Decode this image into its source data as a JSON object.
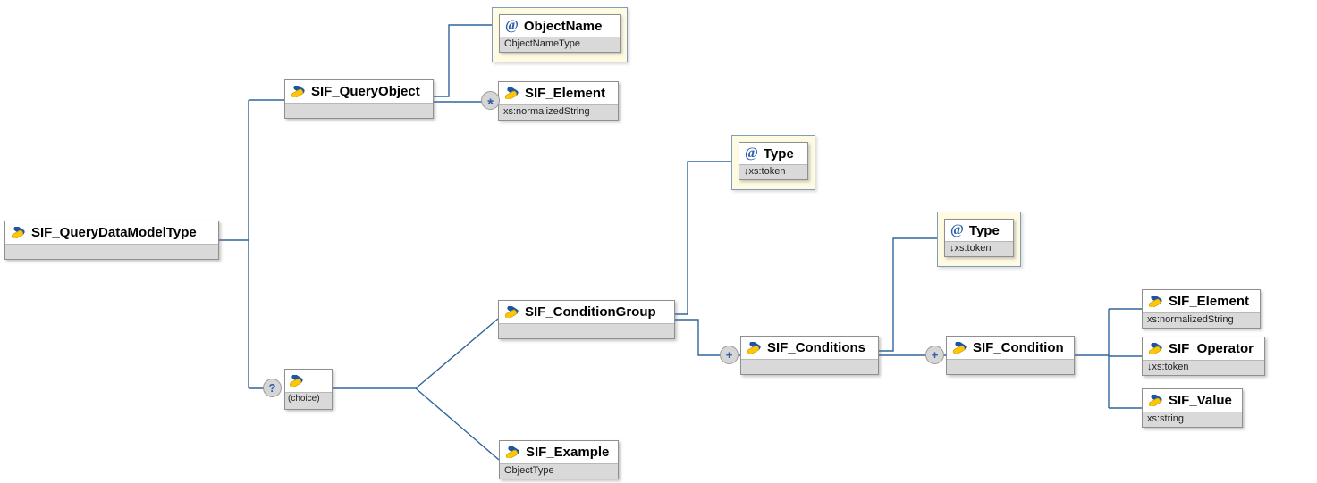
{
  "colors": {
    "connector": "#31659c",
    "box_border": "#8f8f8f",
    "box_strip_bg": "#d9d9d9",
    "attribute_box_bg": "#fffbe2",
    "attribute_box_border": "#7f9db9",
    "occurrence_circle_bg": "#d6d6d6",
    "occurrence_symbol": "#2d5fa8",
    "icon_yellow": "#fdc608",
    "icon_blue": "#1d55a5"
  },
  "nodes": {
    "root": {
      "label": "SIF_QueryDataModelType",
      "type": ""
    },
    "sif_query_object": {
      "label": "SIF_QueryObject",
      "type": ""
    },
    "object_name_attr": {
      "label": "ObjectName",
      "type": "ObjectNameType",
      "icon": "@"
    },
    "sif_element_query": {
      "label": "SIF_Element",
      "type": "xs:normalizedString"
    },
    "type_condition_group": {
      "label": "Type",
      "type": "↓xs:token",
      "icon": "@"
    },
    "sif_condition_group": {
      "label": "SIF_ConditionGroup",
      "type": ""
    },
    "sif_conditions": {
      "label": "SIF_Conditions",
      "type": ""
    },
    "type_conditions": {
      "label": "Type",
      "type": "↓xs:token",
      "icon": "@"
    },
    "sif_condition": {
      "label": "SIF_Condition",
      "type": ""
    },
    "sif_element_condition": {
      "label": "SIF_Element",
      "type": "xs:normalizedString"
    },
    "sif_operator": {
      "label": "SIF_Operator",
      "type": "↓xs:token"
    },
    "sif_value": {
      "label": "SIF_Value",
      "type": "xs:string"
    },
    "choice": {
      "label": "(choice)"
    },
    "sif_example": {
      "label": "SIF_Example",
      "type": "ObjectType"
    }
  },
  "occurrence_indicators": {
    "zero_or_more": "*",
    "one_or_more": "+",
    "optional": "?"
  }
}
